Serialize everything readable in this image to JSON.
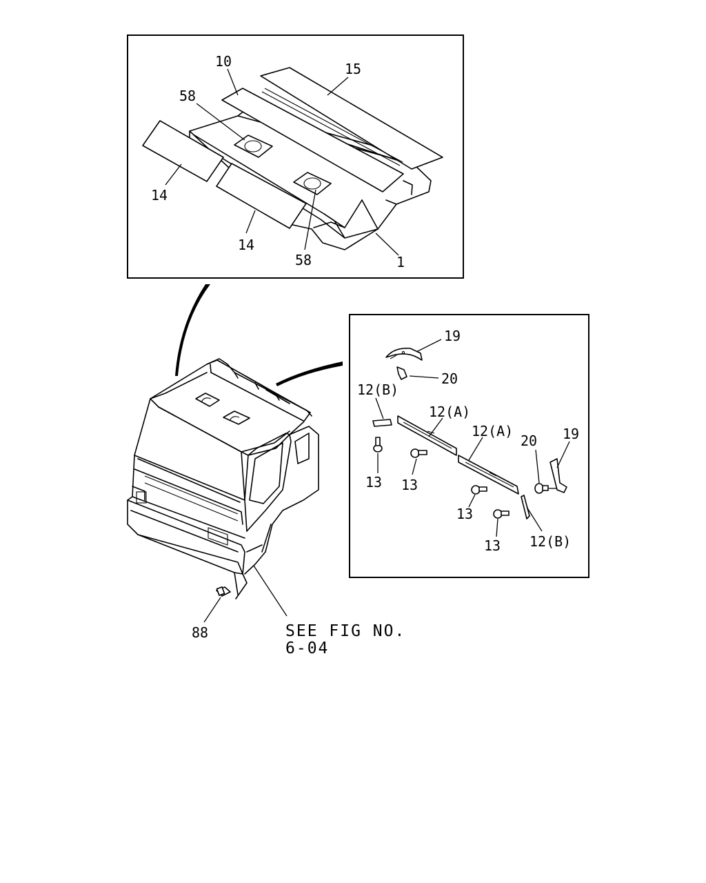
{
  "figure": {
    "reference_note_line1": "SEE FIG NO.",
    "reference_note_line2": "6-04"
  },
  "top_inset": {
    "callouts": [
      "10",
      "15",
      "58",
      "14",
      "14",
      "58",
      "1"
    ]
  },
  "right_inset": {
    "callouts": [
      "19",
      "20",
      "12(B)",
      "12(A)",
      "12(A)",
      "20",
      "19",
      "13",
      "13",
      "13",
      "13",
      "12(B)"
    ]
  },
  "main_view": {
    "callouts": [
      "88"
    ]
  }
}
